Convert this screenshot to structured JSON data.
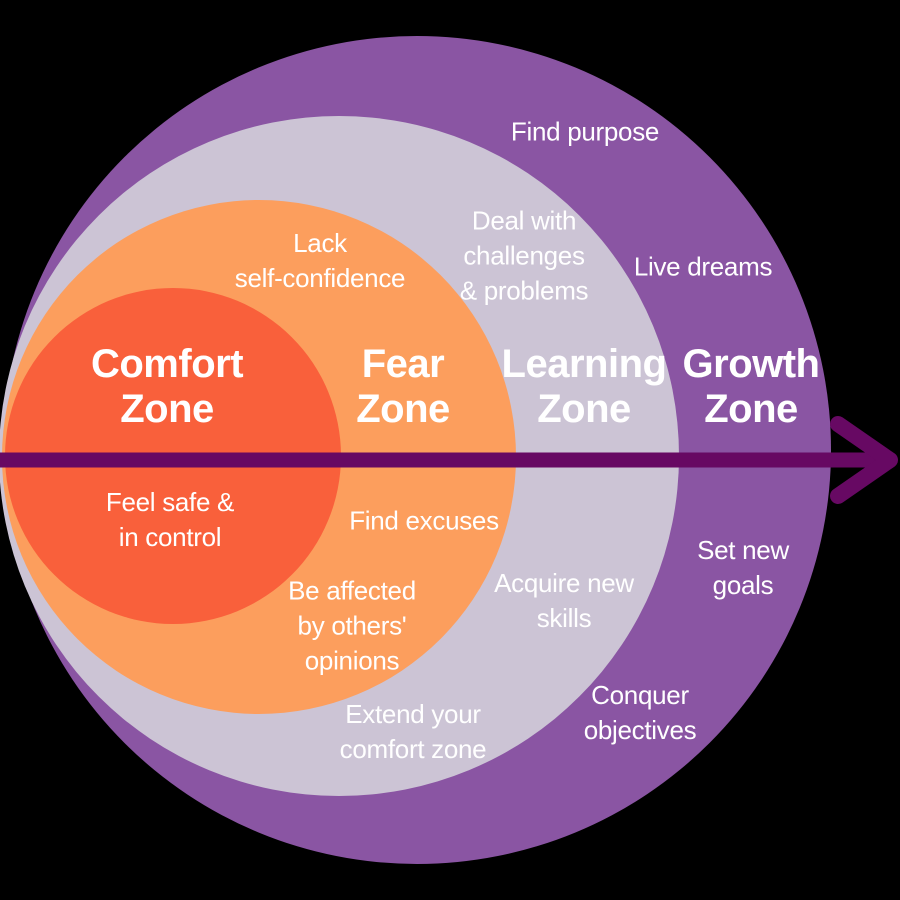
{
  "diagram": {
    "background_color": "#000000",
    "text_color": "#ffffff",
    "zones": {
      "comfort": {
        "title": "Comfort\nZone",
        "color": "#F9603B"
      },
      "fear": {
        "title": "Fear\nZone",
        "color": "#FC9E5D"
      },
      "learning": {
        "title": "Learning\nZone",
        "color": "#CCC4D5"
      },
      "growth": {
        "title": "Growth\nZone",
        "color": "#8A55A3"
      }
    },
    "arrow": {
      "color": "#670963"
    },
    "annotations": {
      "comfort": {
        "feel_safe": "Feel safe &\nin control"
      },
      "fear": {
        "lack_confidence": "Lack\nself-confidence",
        "find_excuses": "Find excuses",
        "be_affected": "Be affected\nby others'\nopinions"
      },
      "learning": {
        "deal_with": "Deal with\nchallenges\n& problems",
        "acquire_skills": "Acquire new\nskills",
        "extend_zone": "Extend your\ncomfort zone"
      },
      "growth": {
        "find_purpose": "Find purpose",
        "live_dreams": "Live dreams",
        "set_goals": "Set new\ngoals",
        "conquer_objectives": "Conquer\nobjectives"
      }
    }
  }
}
